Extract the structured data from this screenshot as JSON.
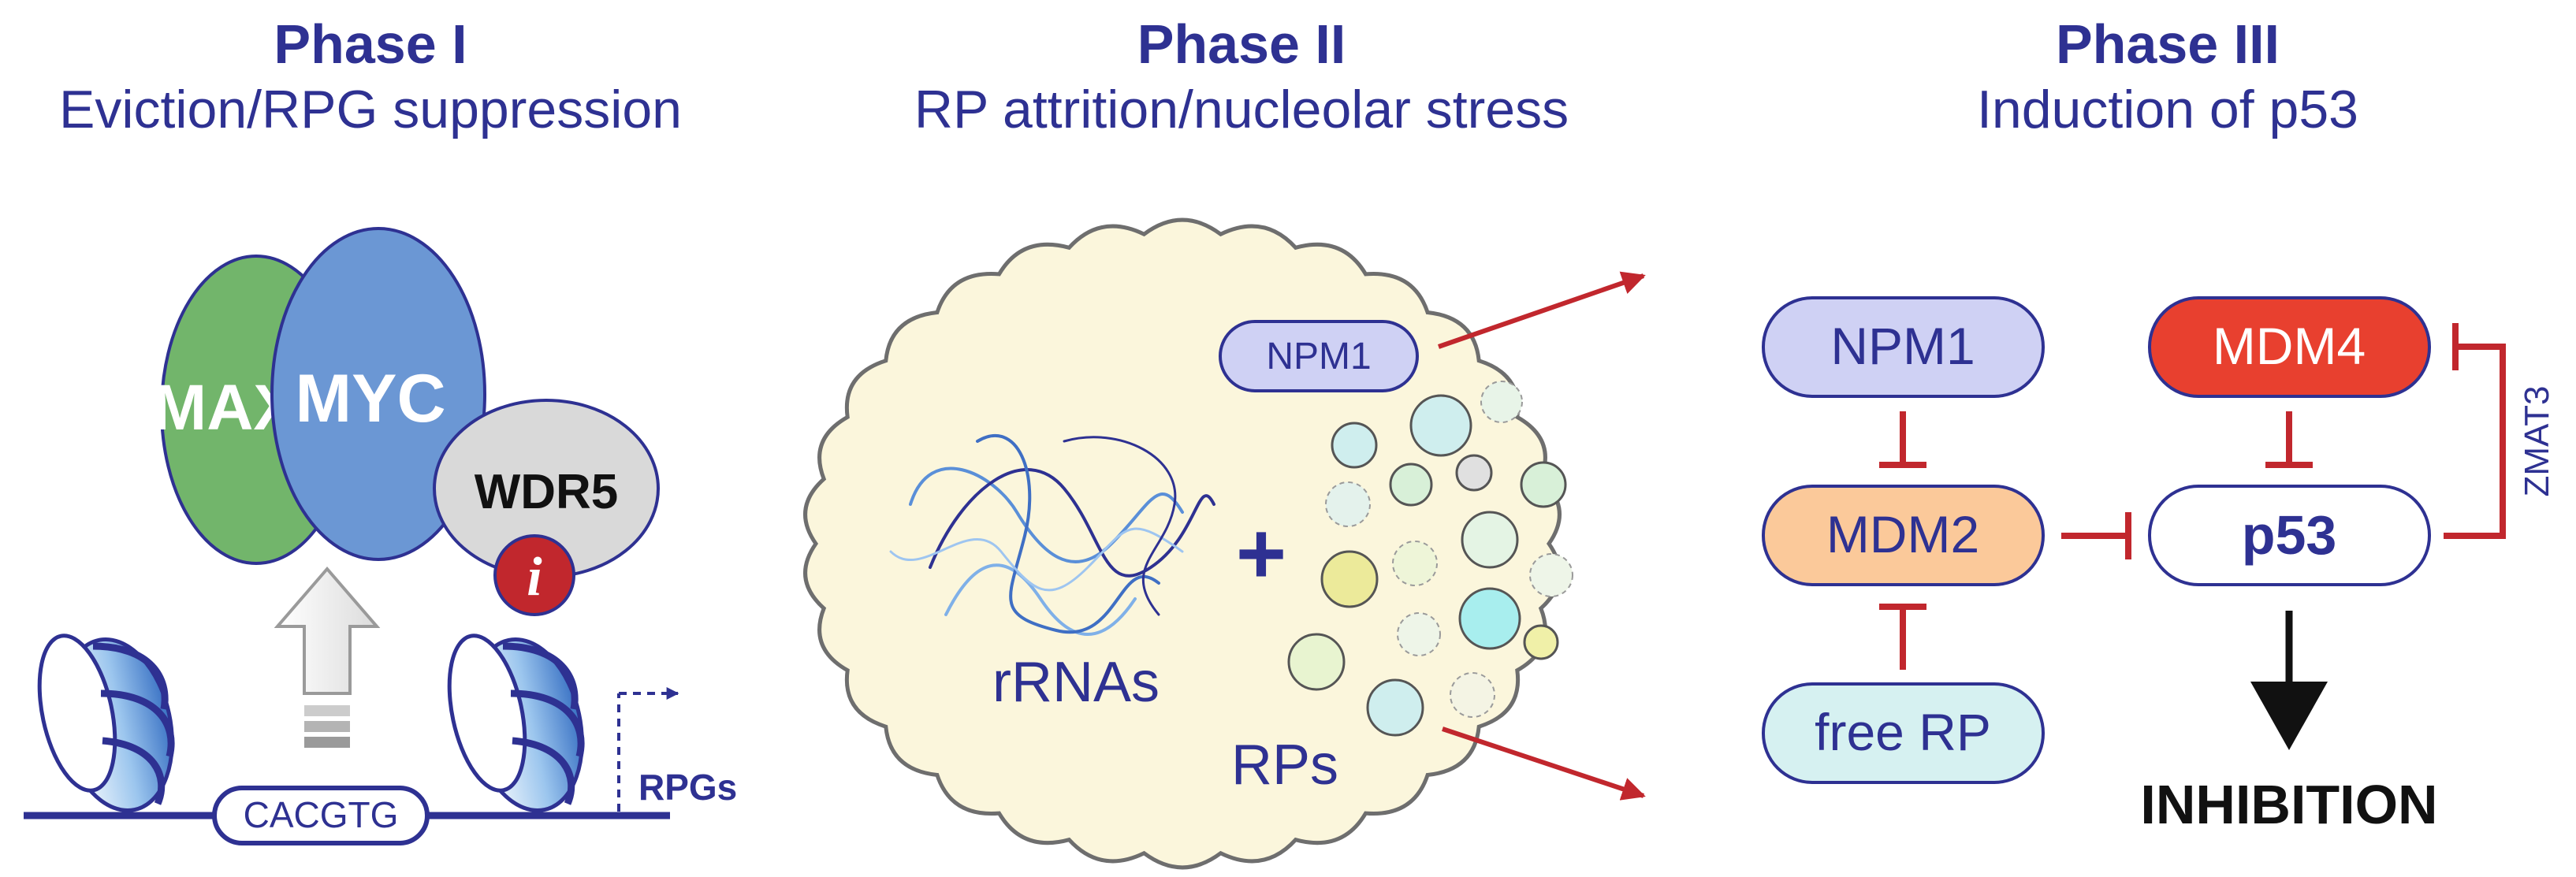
{
  "phases": [
    {
      "title": "Phase I",
      "subtitle": "Eviction/RPG suppression"
    },
    {
      "title": "Phase II",
      "subtitle": "RP attrition/nucleolar stress"
    },
    {
      "title": "Phase III",
      "subtitle": "Induction of p53"
    }
  ],
  "phase1": {
    "max_label": "MAX",
    "myc_label": "MYC",
    "wdr5_label": "WDR5",
    "inhibitor_label": "i",
    "ebox_label": "CACGTG",
    "rpgs_label": "RPGs"
  },
  "phase2": {
    "npm1_label": "NPM1",
    "plus_label": "+",
    "rrnas_label": "rRNAs",
    "rps_label": "RPs"
  },
  "phase3": {
    "npm1_label": "NPM1",
    "mdm2_label": "MDM2",
    "free_rp_label": "free RP",
    "mdm4_label": "MDM4",
    "p53_label": "p53",
    "zmat3_label": "ZMAT3",
    "inhibition_label": "INHIBITION"
  },
  "colors": {
    "heading": "#2e3192",
    "max_green": "#72b56b",
    "myc_blue": "#6b97d4",
    "wdr5_grey": "#d9d9d9",
    "inhibitor_red": "#c1272d",
    "nucleolus_fill": "#fbf6dc",
    "npm1_fill": "#cfd1f4",
    "mdm2_fill": "#fbc99a",
    "free_rp_fill": "#d6f1f1",
    "mdm4_fill": "#e8402f",
    "inhibit_red": "#c1272d"
  }
}
